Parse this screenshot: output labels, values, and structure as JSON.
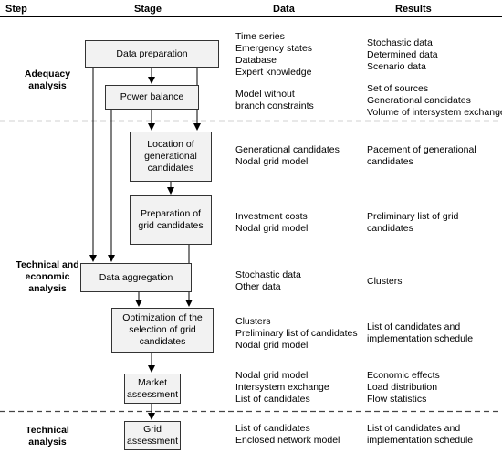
{
  "headers": {
    "step": "Step",
    "stage": "Stage",
    "data": "Data",
    "results": "Results"
  },
  "steps": {
    "adequacy": [
      "Adequacy",
      "analysis"
    ],
    "technical_economic": [
      "Technical and",
      "economic",
      "analysis"
    ],
    "technical": [
      "Technical",
      "analysis"
    ]
  },
  "stages": {
    "data_preparation": [
      "Data preparation"
    ],
    "power_balance": [
      "Power balance"
    ],
    "location_candidates": [
      "Location of",
      "generational",
      "candidates"
    ],
    "grid_candidates": [
      "Preparation of",
      "grid candidates"
    ],
    "data_aggregation": [
      "Data aggregation"
    ],
    "optimization": [
      "Optimization of the",
      "selection of grid",
      "candidates"
    ],
    "market_assessment": [
      "Market",
      "assessment"
    ],
    "grid_assessment": [
      "Grid",
      "assessment"
    ]
  },
  "data_col": {
    "data_preparation": [
      "Time series",
      "Emergency states",
      "Database",
      "Expert knowledge"
    ],
    "power_balance": [
      "Model without",
      "branch constraints"
    ],
    "location_candidates": [
      "Generational candidates",
      "Nodal grid model"
    ],
    "grid_candidates": [
      "Investment costs",
      "Nodal grid model"
    ],
    "data_aggregation": [
      "Stochastic data",
      "Other data"
    ],
    "optimization": [
      "Clusters",
      "Preliminary list of candidates",
      "Nodal grid model"
    ],
    "market_assessment": [
      "Nodal grid model",
      "Intersystem exchange",
      "List of candidates"
    ],
    "grid_assessment": [
      "List of candidates",
      "Enclosed network model"
    ]
  },
  "results_col": {
    "data_preparation": [
      "Stochastic data",
      "Determined data",
      "Scenario data"
    ],
    "power_balance": [
      "Set of sources",
      "Generational candidates",
      "Volume of intersystem exchange"
    ],
    "location_candidates": [
      "Pacement of generational",
      "candidates"
    ],
    "grid_candidates": [
      "Preliminary list of grid",
      "candidates"
    ],
    "data_aggregation": [
      "Clusters"
    ],
    "optimization": [
      "List of candidates and",
      "implementation schedule"
    ],
    "market_assessment": [
      "Economic effects",
      "Load distribution",
      "Flow statistics"
    ],
    "grid_assessment": [
      "List of candidates and",
      "implementation schedule"
    ]
  }
}
